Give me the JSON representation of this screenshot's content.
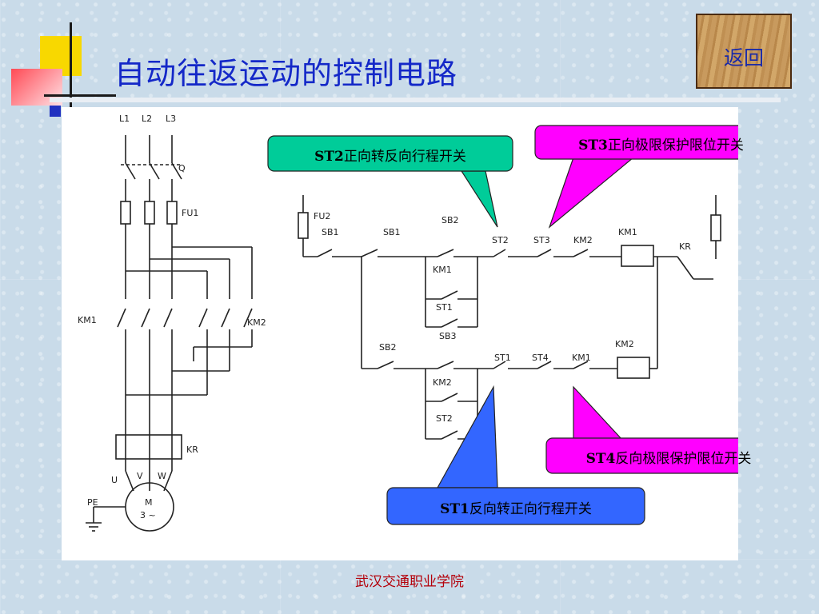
{
  "slide": {
    "title": "自动往返运动的控制电路",
    "back_button_label": "返回",
    "footer": "武汉交通职业学院"
  },
  "callouts": {
    "st2": {
      "code": "ST2",
      "text": "正向转反向行程开关",
      "color": "#00cc99"
    },
    "st3": {
      "code": "ST3",
      "text": "正向极限保护限位开关",
      "color": "#ff00ff"
    },
    "st4": {
      "code": "ST4",
      "text": "反向极限保护限位开关",
      "color": "#ff00ff"
    },
    "st1": {
      "code": "ST1",
      "text": "反向转正向行程开关",
      "color": "#3366ff"
    }
  },
  "circuit_labels": {
    "l1": "L1",
    "l2": "L2",
    "l3": "L3",
    "q": "Q",
    "fu1": "FU1",
    "fu2": "FU2",
    "km1_main": "KM1",
    "km2_main": "KM2",
    "kr_main": "KR",
    "u": "U",
    "v": "V",
    "w": "W",
    "pe": "PE",
    "motor_m": "M",
    "motor_3": "3 ~",
    "sb1": "SB1",
    "sb1_contact": "SB1",
    "sb2_top": "SB2",
    "sb2_mid": "SB2",
    "sb3": "SB3",
    "st2_top": "ST2",
    "st3_top": "ST3",
    "km2_top": "KM2",
    "km1_coil": "KM1",
    "kr_contact": "KR",
    "km1_aux": "KM1",
    "st1_aux": "ST1",
    "st1_bot": "ST1",
    "st4_bot": "ST4",
    "km1_bot": "KM1",
    "km2_coil": "KM2",
    "km2_aux": "KM2",
    "st2_aux": "ST2"
  },
  "colors": {
    "title": "#1428c8",
    "footer": "#b4000a"
  }
}
